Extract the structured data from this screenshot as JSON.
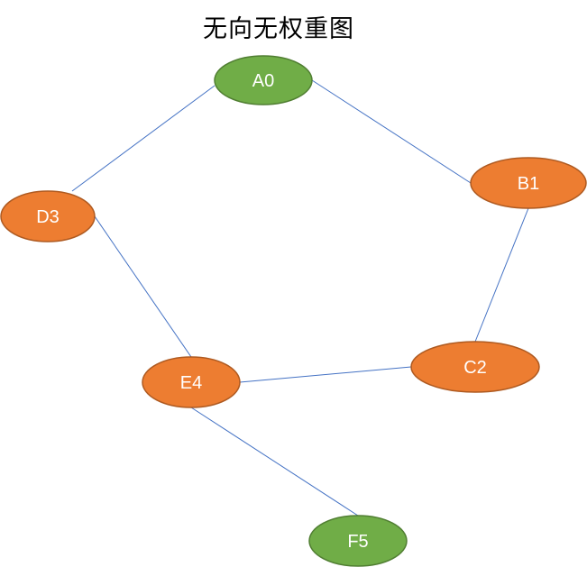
{
  "title": "无向无权重图",
  "colors": {
    "green_fill": "#70ad47",
    "green_stroke": "#507e32",
    "orange_fill": "#ed7d31",
    "orange_stroke": "#ae5a21",
    "edge": "#4472c4",
    "label": "#ffffff"
  },
  "nodes": [
    {
      "id": "A0",
      "label": "A0",
      "color": "green"
    },
    {
      "id": "B1",
      "label": "B1",
      "color": "orange"
    },
    {
      "id": "C2",
      "label": "C2",
      "color": "orange"
    },
    {
      "id": "D3",
      "label": "D3",
      "color": "orange"
    },
    {
      "id": "E4",
      "label": "E4",
      "color": "orange"
    },
    {
      "id": "F5",
      "label": "F5",
      "color": "green"
    }
  ],
  "edges": [
    {
      "from": "A0",
      "to": "B1"
    },
    {
      "from": "A0",
      "to": "D3"
    },
    {
      "from": "B1",
      "to": "C2"
    },
    {
      "from": "C2",
      "to": "E4"
    },
    {
      "from": "D3",
      "to": "E4"
    },
    {
      "from": "E4",
      "to": "F5"
    }
  ]
}
